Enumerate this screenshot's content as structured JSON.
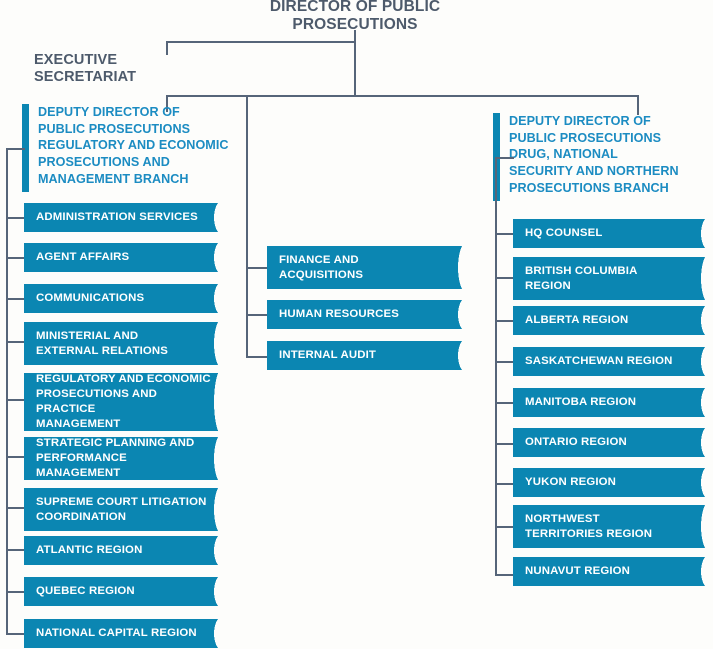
{
  "colors": {
    "box_fill": "#0b86b2",
    "accent_text": "#1c8cc2",
    "line": "#566579",
    "title_text": "#4d5a6b",
    "box_text": "#ffffff",
    "background": "#fdfdfb"
  },
  "root": {
    "title": "DIRECTOR OF\nPROSECUTIONS",
    "title_full": "DIRECTOR OF PUBLIC PROSECUTIONS",
    "line1": "DIRECTOR OF PUBLIC",
    "line2": "PROSECUTIONS"
  },
  "executive_secretariat": {
    "label": "EXECUTIVE\nSECRETARIAT"
  },
  "branches": {
    "left": {
      "heading": "DEPUTY DIRECTOR OF\nPUBLIC PROSECUTIONS\nREGULATORY AND ECONOMIC\nPROSECUTIONS AND\nMANAGEMENT BRANCH",
      "units": [
        {
          "label": "ADMINISTRATION SERVICES"
        },
        {
          "label": "AGENT AFFAIRS"
        },
        {
          "label": "COMMUNICATIONS"
        },
        {
          "label": "MINISTERIAL AND\nEXTERNAL RELATIONS"
        },
        {
          "label": "REGULATORY AND ECONOMIC\nPROSECUTIONS AND PRACTICE\nMANAGEMENT"
        },
        {
          "label": "STRATEGIC PLANNING AND\nPERFORMANCE MANAGEMENT"
        },
        {
          "label": "SUPREME COURT LITIGATION\nCOORDINATION"
        },
        {
          "label": "ATLANTIC REGION"
        },
        {
          "label": "QUEBEC REGION"
        },
        {
          "label": "NATIONAL CAPITAL REGION"
        }
      ]
    },
    "middle": {
      "units": [
        {
          "label": "FINANCE AND\nACQUISITIONS"
        },
        {
          "label": "HUMAN RESOURCES"
        },
        {
          "label": "INTERNAL AUDIT"
        }
      ]
    },
    "right": {
      "heading": "DEPUTY DIRECTOR OF\nPUBLIC PROSECUTIONS\nDRUG, NATIONAL\nSECURITY AND NORTHERN\nPROSECUTIONS BRANCH",
      "units": [
        {
          "label": "HQ COUNSEL"
        },
        {
          "label": "BRITISH COLUMBIA\nREGION"
        },
        {
          "label": "ALBERTA REGION"
        },
        {
          "label": "SASKATCHEWAN REGION"
        },
        {
          "label": "MANITOBA REGION"
        },
        {
          "label": "ONTARIO REGION"
        },
        {
          "label": "YUKON REGION"
        },
        {
          "label": "NORTHWEST\nTERRITORIES REGION"
        },
        {
          "label": "NUNAVUT REGION"
        }
      ]
    }
  }
}
